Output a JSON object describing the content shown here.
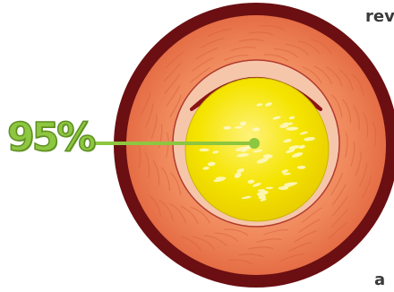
{
  "figure": {
    "percentage_label": "95%",
    "partial_text_top": "rev",
    "partial_text_bottom": "a"
  },
  "colors": {
    "outer_wall": "#6b0f12",
    "muscle_layer": "#f08a5d",
    "intima": "#f6c2a7",
    "plaque": "#f4e400",
    "plaque_highlight": "#fff8b0",
    "label_green": "#8dc63f"
  }
}
